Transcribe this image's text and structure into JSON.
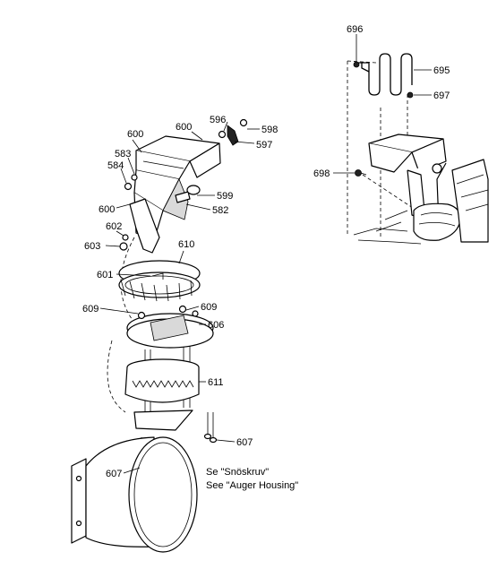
{
  "callouts": {
    "c696": "696",
    "c695": "695",
    "c697": "697",
    "c698": "698",
    "c600a": "600",
    "c600b": "600",
    "c600c": "600",
    "c596": "596",
    "c598": "598",
    "c597": "597",
    "c583": "583",
    "c584": "584",
    "c599": "599",
    "c582": "582",
    "c602": "602",
    "c603": "603",
    "c610": "610",
    "c601": "601",
    "c609a": "609",
    "c609b": "609",
    "c606": "606",
    "c611": "611",
    "c607a": "607",
    "c607b": "607"
  },
  "notes": {
    "line1": "Se \"Snöskruv\"",
    "line2": "See \"Auger Housing\""
  }
}
